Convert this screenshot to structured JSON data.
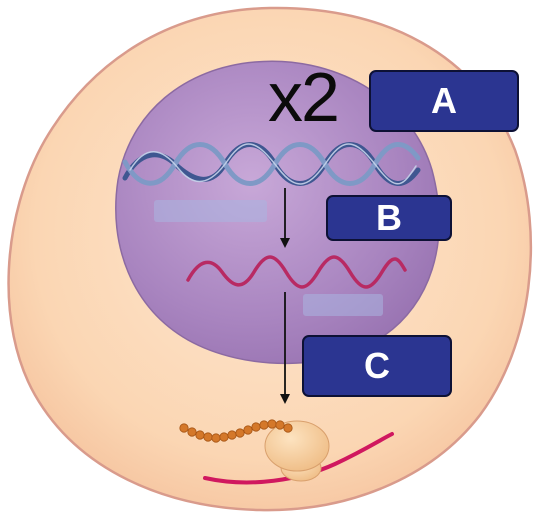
{
  "multiplier_text": "x2",
  "labels": {
    "a": "A",
    "b": "B",
    "c": "C"
  },
  "colors": {
    "cell_fill": "#fbd9b8",
    "cell_border": "#d89a8a",
    "nucleus_fill": "#b08ac4",
    "dna_strand": "#4a5f9e",
    "mrna_strand": "#c0306a",
    "label_box": "#2b3591",
    "ribosome": "#f4c78f",
    "protein_beads": "#d4782a",
    "placeholder_box": "#a9b4e0"
  },
  "icons": [
    "dna-double-helix-icon",
    "mrna-strand-icon",
    "ribosome-icon",
    "protein-chain-icon"
  ]
}
